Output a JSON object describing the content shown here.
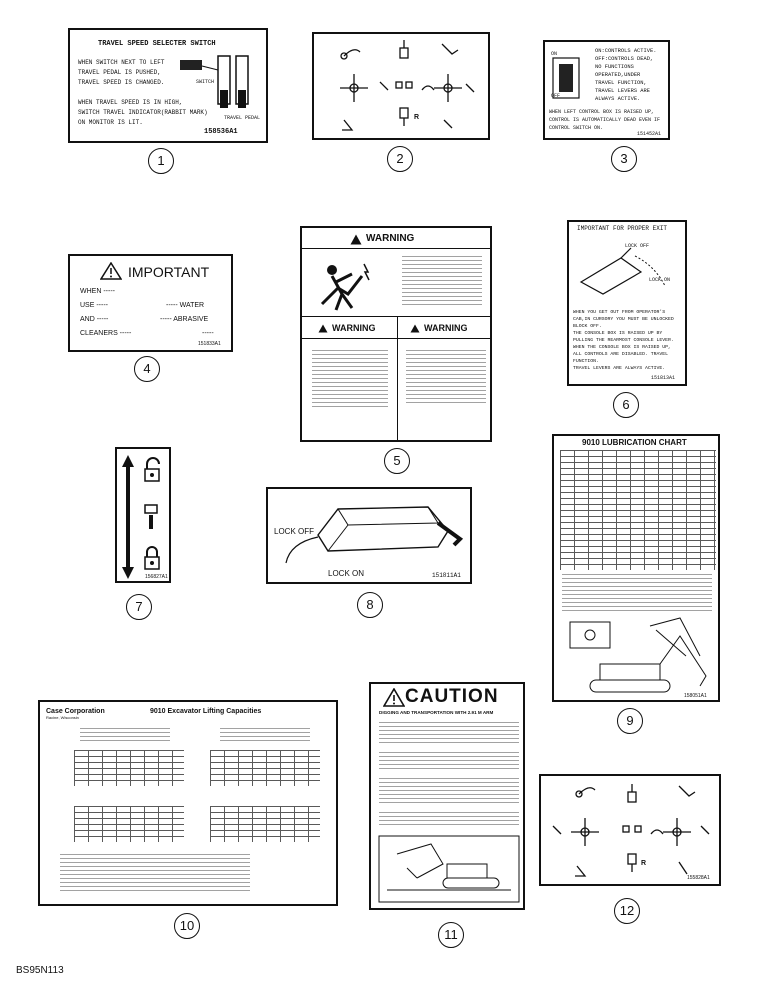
{
  "figure_code": "BS95N113",
  "callouts": [
    "1",
    "2",
    "3",
    "4",
    "5",
    "6",
    "7",
    "8",
    "9",
    "10",
    "11",
    "12"
  ],
  "decal1": {
    "title": "TRAVEL SPEED SELECTER SWITCH",
    "lines": [
      "WHEN SWITCH NEXT TO LEFT",
      "TRAVEL PEDAL IS PUSHED,",
      "TRAVEL SPEED IS CHANGED.",
      "",
      "WHEN TRAVEL SPEED IS IN HIGH,",
      "SWITCH TRAVEL INDICATOR(RABBIT MARK)",
      "ON MONITOR IS LIT."
    ],
    "switch_label": "SWITCH",
    "pedal_label": "TRAVEL PEDAL",
    "part_no": "158536A1"
  },
  "decal3": {
    "lines": [
      "ON:CONTROLS ACTIVE.",
      "OFF:CONTROLS DEAD,",
      "NO FUNCTIONS",
      "OPERATED,UNDER",
      "TRAVEL FUNCTION,",
      "TRAVEL LEVERS ARE",
      "ALWAYS ACTIVE.",
      "WHEN LEFT CONTROL BOX IS RAISED UP,",
      "CONTROL IS AUTOMATICALLY DEAD EVEN IF",
      "CONTROL SWITCH ON."
    ],
    "on_label": "ON",
    "off_label": "OFF",
    "part_no": "151452A1"
  },
  "decal4": {
    "title": "IMPORTANT",
    "rows": [
      {
        "left": "WHEN -----",
        "right": ""
      },
      {
        "left": "USE -----",
        "right": "----- WATER"
      },
      {
        "left": "AND -----",
        "right": "----- ABRASIVE"
      },
      {
        "left": "CLEANERS -----",
        "right": "-----"
      }
    ],
    "part_no": "151833A1"
  },
  "decal5": {
    "warning_top": "WARNING",
    "warning_left": "WARNING",
    "warning_right": "WARNING"
  },
  "decal6": {
    "title": "IMPORTANT FOR PROPER EXIT",
    "lock_off": "LOCK OFF",
    "lock_on": "LOCK ON",
    "lines": [
      "WHEN YOU GET OUT FROM OPERATOR'S",
      "CAB,IN CURSORY YOU MUST BE UNLOCKED",
      "BLOCK OFF.",
      "THE CONSOLE BOX IS RAISED UP BY",
      "PULLING THE REARMOST CONSOLE LEVER.",
      "WHEN THE CONSOLE BOX IS RAISED UP,",
      "ALL CONTROLS ARE DISABLED. TRAVEL",
      "FUNCTION.",
      "TRAVEL LEVERS ARE ALWAYS ACTIVE."
    ],
    "part_no": "151813A1"
  },
  "decal7": {
    "part_no": "156827A1"
  },
  "decal8": {
    "lock_off": "LOCK OFF",
    "lock_on": "LOCK ON",
    "part_no": "151811A1"
  },
  "decal9": {
    "title": "9010 LUBRICATION CHART",
    "part_no": "158051A1"
  },
  "decal10": {
    "company": "Case Corporation",
    "title": "9010 Excavator Lifting Capacities",
    "subtitle": "Racine, Wisconsin"
  },
  "decal11": {
    "title": "CAUTION",
    "subtitle": "DIGGING AND TRANSPORTATION WITH 2.91 M ARM"
  },
  "decal12": {
    "r_label": "R",
    "part_no": "155828A1"
  },
  "decal2": {
    "r_label": "R"
  }
}
